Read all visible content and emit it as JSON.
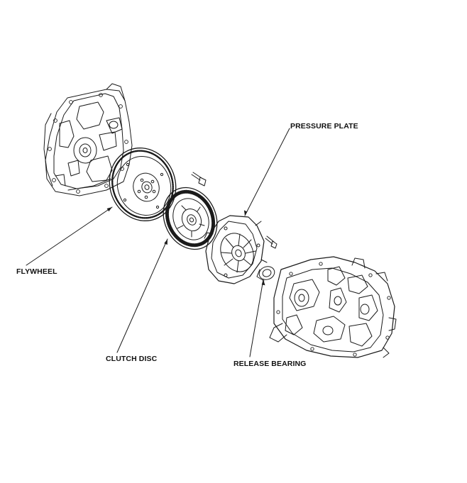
{
  "labels": {
    "pressure_plate": "PRESSURE PLATE",
    "flywheel": "FLYWHEEL",
    "clutch_disc": "CLUTCH DISC",
    "release_bearing": "RELEASE BEARING"
  },
  "colors": {
    "ink": "#1a1a1a",
    "paper": "#ffffff"
  }
}
